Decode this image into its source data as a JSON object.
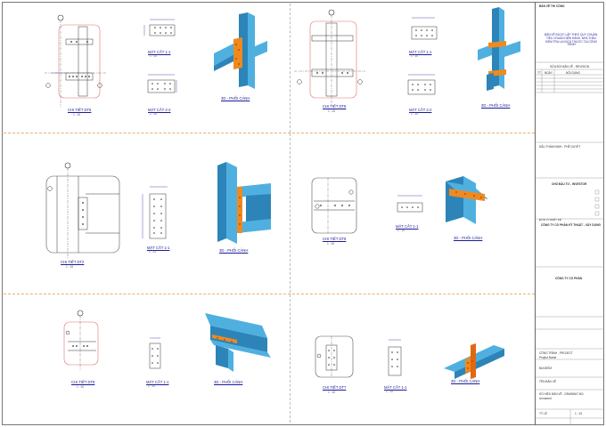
{
  "colors": {
    "steel_blue": "#4fb0e0",
    "steel_dark": "#2d84b8",
    "plate_orange": "#ef8a1f",
    "red_line": "#e04040",
    "dim_blue": "#2a2aa0"
  },
  "details": [
    {
      "caption": "CHI TIẾT DT6",
      "scale": "1 : 15",
      "sec1": "MẶT CẮT 1-1",
      "sec1_scale": "1 : 10",
      "sec2": "MẶT CẮT 2-2",
      "sec2_scale": "1 : 10",
      "view": "3D - PHỐI CẢNH"
    },
    {
      "caption": "CHI TIẾT DT8",
      "scale": "1 : 15",
      "sec1": "MẶT CẮT 1-1",
      "sec1_scale": "1 : 10",
      "sec2": "MẶT CẮT 2-2",
      "sec2_scale": "1 : 10",
      "view": "3D - PHỐI CẢNH"
    },
    {
      "caption": "CHI TIẾT DT2",
      "scale": "1 : 15",
      "sec1": "MẶT CẮT 1-1",
      "sec1_scale": "1 : 10",
      "view": "3D - PHỐI CẢNH"
    },
    {
      "caption": "CHI TIẾT DT8",
      "scale": "1 : 15",
      "sec1": "MẶT CẮT 1-1",
      "sec1_scale": "1 : 10",
      "view": "3D - PHỐI CẢNH"
    },
    {
      "caption": "CHI TIẾT DT8",
      "scale": "1 : 15",
      "sec1": "MẶT CẮT 1-1",
      "sec1_scale": "1 : 10",
      "view": "3D - PHỐI CẢNH"
    },
    {
      "caption": "CHI TIẾT DT7",
      "scale": "1 : 15",
      "sec1": "MẶT CẮT 1-1",
      "sec1_scale": "1 : 10",
      "view": "3D - PHỐI CẢNH"
    }
  ],
  "title_block": {
    "header": "BẢN VẼ THI CÔNG",
    "notes": "BẢN VẼ ĐƯỢC LẬP THEO QUY CHUẨN, TIÊU CHUẨN HIỆN HÀNH. NHÀ THẦU KIỂM TRA LẠI KÍCH THƯỚC TẠI CÔNG TRÌNH",
    "rev_title": "SỬA ĐỔI BẢN VẼ - REVISION",
    "rev_cols": [
      "TT",
      "NGÀY",
      "NỘI DUNG"
    ],
    "stamp_text": "DẤU THẨM ĐỊNH - PHÊ DUYỆT",
    "investor_label": "CHỦ ĐẦU TƯ - INVESTOR",
    "company_label": "CÔNG TY CỔ PHẦN KỸ THUẬT - XÂY DỰNG",
    "company_small": "ĐƠN VỊ THIẾT KẾ",
    "client_label": "CÔNG TY CỔ PHẦN",
    "project_label": "CÔNG TRÌNH - PROJECT",
    "project_name": "Project Name",
    "address_label": "ĐỊA ĐIỂM",
    "drawing_label": "TÊN BẢN VẼ",
    "drawing_number_label": "SỐ HIỆU BẢN VẼ - DRAWING NO.",
    "drawing_number": "Unnamed",
    "scale_label": "TỶ LỆ",
    "scale_value": "1 : 15"
  }
}
